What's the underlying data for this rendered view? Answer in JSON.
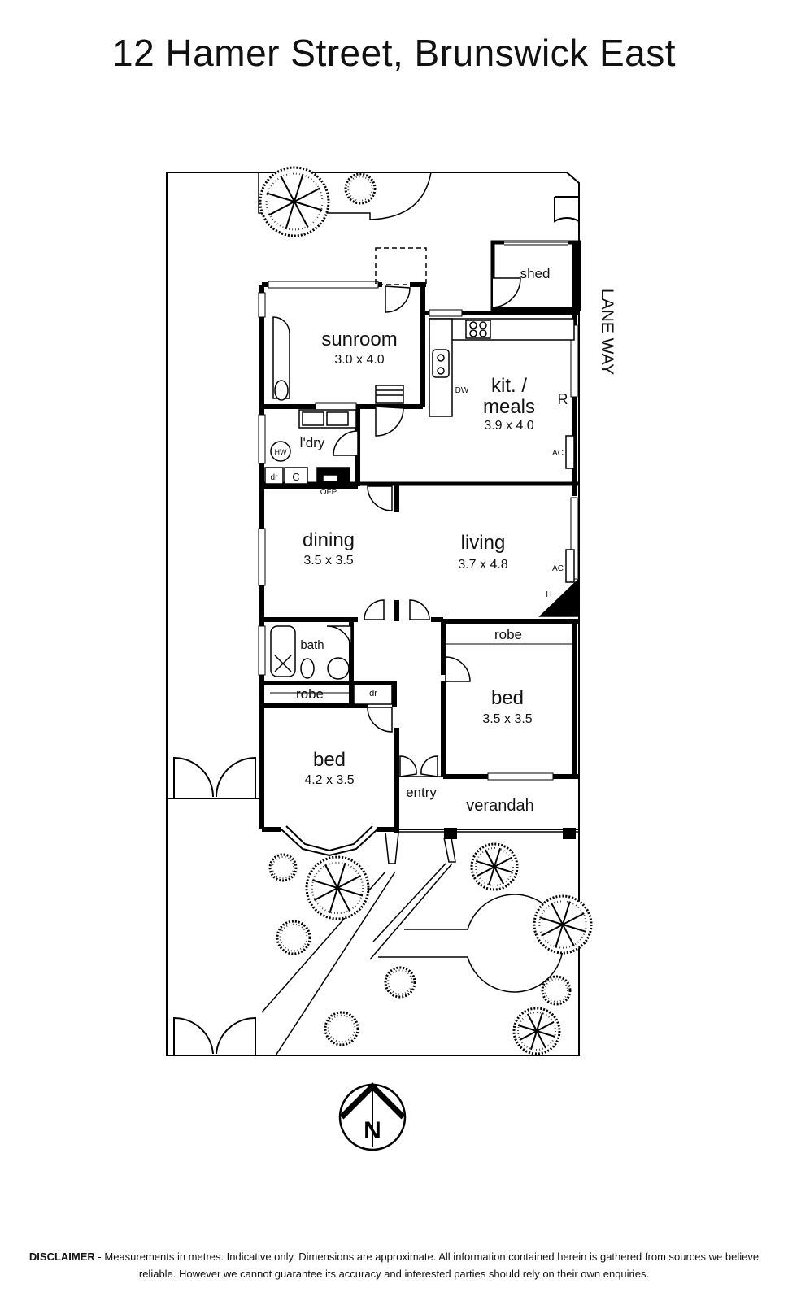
{
  "title": "12 Hamer Street, Brunswick East",
  "street_label": "LANE WAY",
  "rooms": {
    "sunroom": {
      "name": "sunroom",
      "dims": "3.0 x 4.0"
    },
    "kitchen": {
      "name_line1": "kit. /",
      "name_line2": "meals",
      "dims": "3.9 x 4.0"
    },
    "laundry": {
      "name": "l'dry"
    },
    "dining": {
      "name": "dining",
      "dims": "3.5 x 3.5"
    },
    "living": {
      "name": "living",
      "dims": "3.7 x 4.8"
    },
    "bath": {
      "name": "bath"
    },
    "robe_left": {
      "name": "robe"
    },
    "robe_right": {
      "name": "robe"
    },
    "bed_left": {
      "name": "bed",
      "dims": "4.2 x 3.5"
    },
    "bed_right": {
      "name": "bed",
      "dims": "3.5 x 3.5"
    },
    "entry": {
      "name": "entry"
    },
    "verandah": {
      "name": "verandah"
    },
    "shed": {
      "name": "shed"
    }
  },
  "fixtures": {
    "dw": "DW",
    "r": "R",
    "ac1": "AC",
    "ac2": "AC",
    "h": "H",
    "hw": "HW",
    "dr1": "dr",
    "c": "C",
    "ofp": "OFP",
    "dr2": "dr"
  },
  "compass": {
    "letter": "N"
  },
  "disclaimer": {
    "label": "DISCLAIMER",
    "text": " - Measurements in metres. Indicative only. Dimensions are approximate. All information contained herein is gathered from sources we believe reliable. However we cannot guarantee its accuracy and interested parties should rely on their own enquiries."
  }
}
